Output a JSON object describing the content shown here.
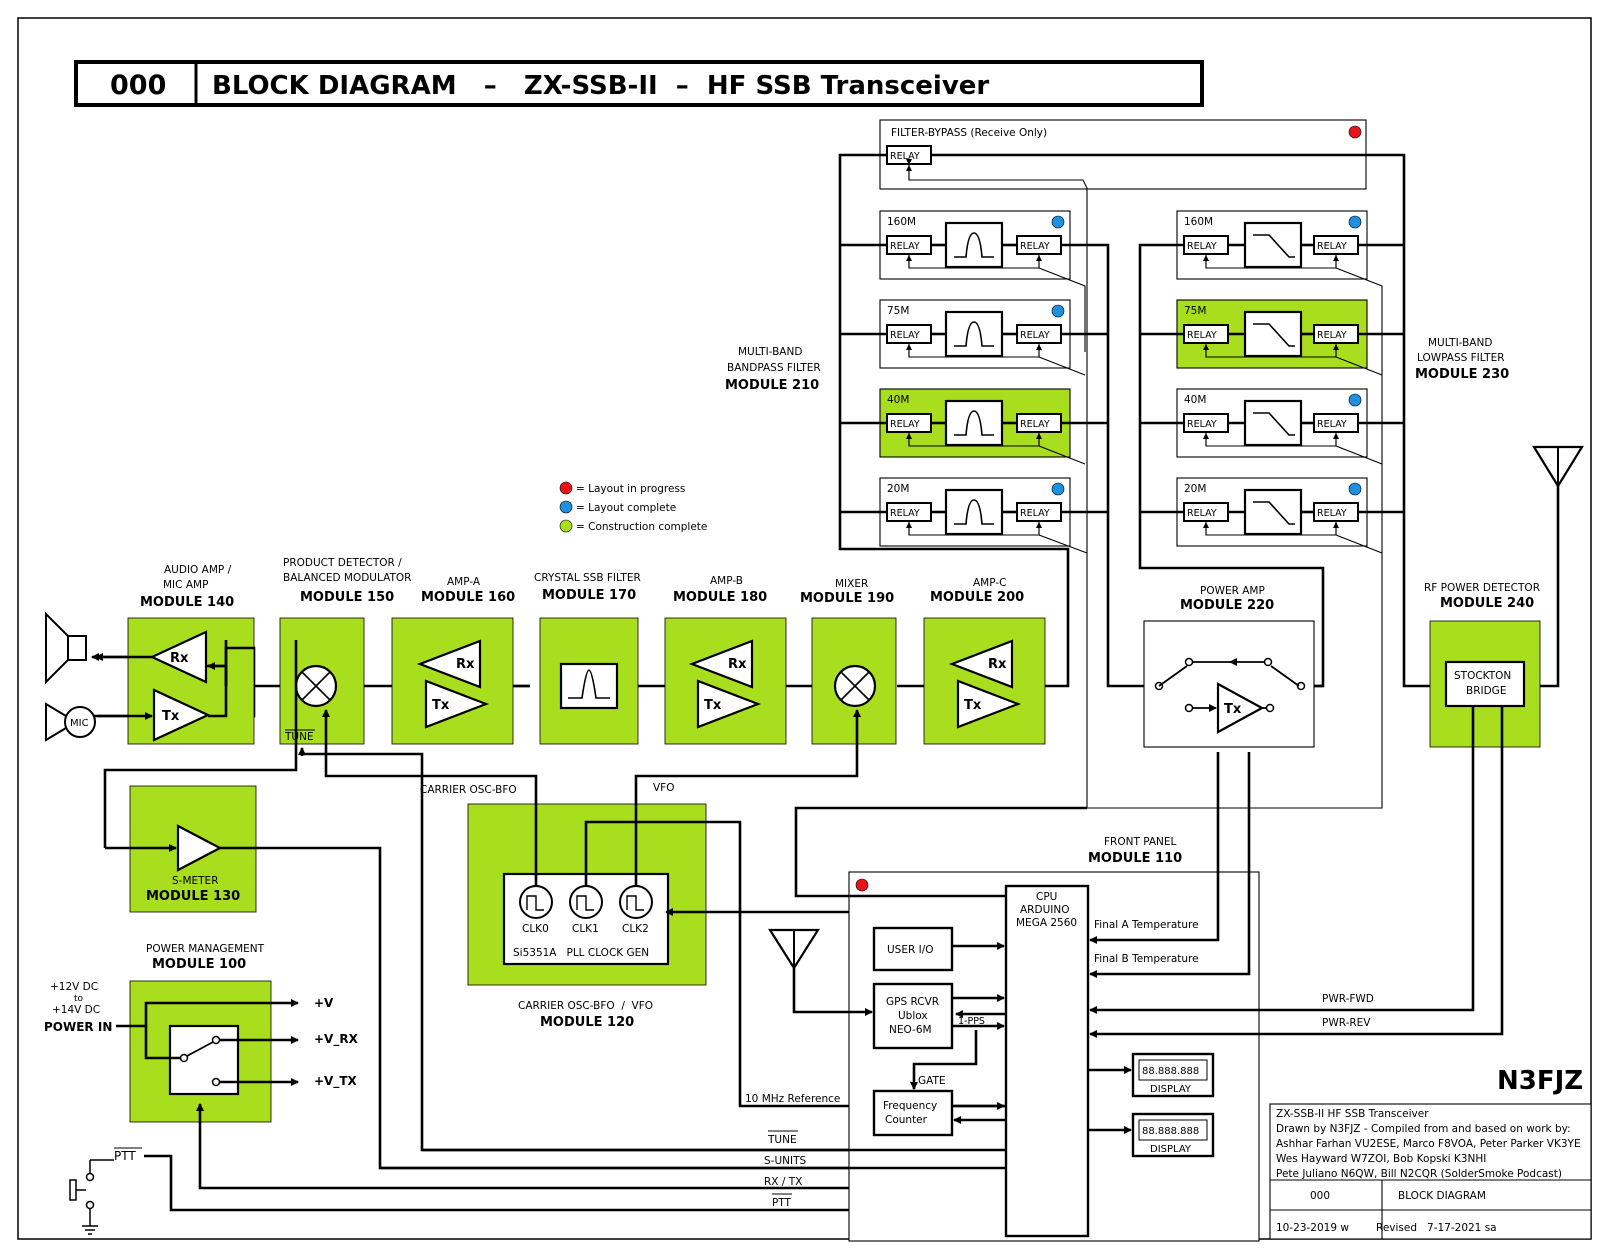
{
  "title": {
    "number": "000",
    "text": "BLOCK DIAGRAM   –   ZX-SSB-II  –  HF SSB Transceiver"
  },
  "callsign": "N3FJZ",
  "legend": [
    {
      "color": "#e8141c",
      "label": "= Layout in progress"
    },
    {
      "color": "#1e90e0",
      "label": "= Layout complete"
    },
    {
      "color": "#a8de1e",
      "label": "= Construction complete"
    }
  ],
  "status_colors": {
    "red": "#e8141c",
    "blue": "#1e90e0",
    "green": "#a8de1e"
  },
  "modules": {
    "audio": {
      "l1": "AUDIO AMP /",
      "l2": "MIC AMP",
      "mod": "MODULE 140"
    },
    "product": {
      "l1": "PRODUCT DETECTOR /",
      "l2": "BALANCED MODULATOR",
      "mod": "MODULE 150",
      "tune": "TUNE"
    },
    "ampa": {
      "l1": "AMP-A",
      "mod": "MODULE 160"
    },
    "xtal": {
      "l1": "CRYSTAL SSB FILTER",
      "mod": "MODULE 170"
    },
    "ampb": {
      "l1": "AMP-B",
      "mod": "MODULE 180"
    },
    "mixer": {
      "l1": "MIXER",
      "mod": "MODULE 190"
    },
    "ampc": {
      "l1": "AMP-C",
      "mod": "MODULE 200"
    },
    "pa": {
      "l1": "POWER AMP",
      "mod": "MODULE 220"
    },
    "rfdet": {
      "l1": "RF POWER DETECTOR",
      "mod": "MODULE 240",
      "bridge1": "STOCKTON",
      "bridge2": "BRIDGE"
    },
    "smeter": {
      "l1": "S-METER",
      "mod": "MODULE 130"
    },
    "power": {
      "l1": "POWER MANAGEMENT",
      "mod": "MODULE 100",
      "in1": "+12V DC",
      "in2": "to",
      "in3": "+14V DC",
      "in4": "POWER IN",
      "v": "+V",
      "vrx": "+V_RX",
      "vtx": "+V_TX"
    },
    "clock": {
      "l1": "CARRIER OSC-BFO  /  VFO",
      "mod": "MODULE 120",
      "clk0": "CLK0",
      "clk1": "CLK1",
      "clk2": "CLK2",
      "chip": "Si5351A   PLL CLOCK GEN",
      "bfo": "CARRIER OSC-BFO",
      "vfo": "VFO"
    },
    "bpf": {
      "l1": "MULTI-BAND",
      "l2": "BANDPASS FILTER",
      "mod": "MODULE 210"
    },
    "lpf": {
      "l1": "MULTI-BAND",
      "l2": "LOWPASS FILTER",
      "mod": "MODULE 230"
    },
    "bypass": {
      "l1": "FILTER-BYPASS  (Receive Only)"
    },
    "front": {
      "l1": "FRONT PANEL",
      "mod": "MODULE 110"
    }
  },
  "bands": [
    "160M",
    "75M",
    "40M",
    "20M"
  ],
  "relay": "RELAY",
  "tx": "Tx",
  "rx": "Rx",
  "mic": "MIC",
  "front_panel": {
    "cpu1": "CPU",
    "cpu2": "ARDUINO",
    "cpu3": "MEGA 2560",
    "userio": "USER I/O",
    "gps1": "GPS RCVR",
    "gps2": "Ublox",
    "gps3": "NEO-6M",
    "pps": "1-PPS",
    "gate": "GATE",
    "fc1": "Frequency",
    "fc2": "Counter",
    "ref": "10 MHz Reference",
    "finA": "Final A Temperature",
    "finB": "Final B Temperature",
    "fwd": "PWR-FWD",
    "rev": "PWR-REV",
    "disp_val": "88.888.888",
    "disp_lbl": "DISPLAY"
  },
  "signals": {
    "tune": "TUNE",
    "sunits": "S-UNITS",
    "rxtx": "RX / TX",
    "ptt": "PTT",
    "ptt_sw": "PTT"
  },
  "titleblock": {
    "l1": "ZX-SSB-II  HF SSB Transceiver",
    "l2": "Drawn by N3FJZ - Compiled from and based on work by:",
    "l3": "Ashhar Farhan VU2ESE, Marco F8VOA, Peter Parker VK3YE",
    "l4": "Wes Hayward W7ZOI, Bob Kopski K3NHI",
    "l5": "Pete Juliano N6QW, Bill N2CQR (SolderSmoke Podcast)",
    "num": "000",
    "name": "BLOCK DIAGRAM",
    "date": "10-23-2019 w",
    "revised": "Revised   7-17-2021 sa"
  }
}
